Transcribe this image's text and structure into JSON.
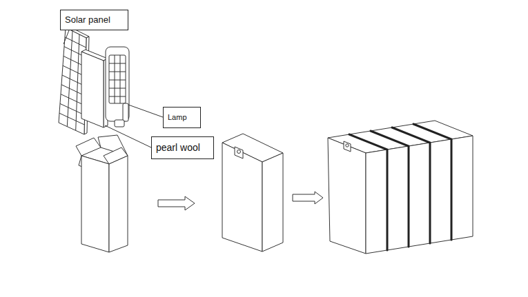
{
  "diagram": {
    "nodes": [
      {
        "text": [
          "Solar panel"
        ]
      },
      {
        "text": [
          "Lamp"
        ]
      },
      {
        "text": [
          "pearl wool"
        ]
      }
    ]
  }
}
